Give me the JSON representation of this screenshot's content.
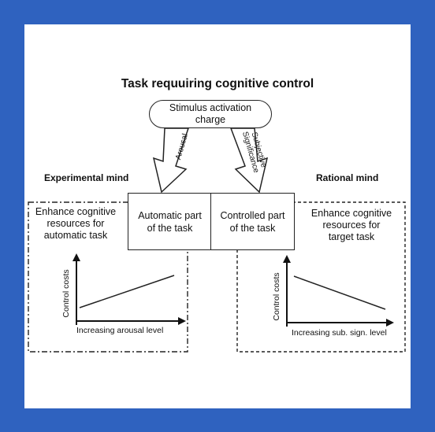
{
  "diagram": {
    "title": "Task requuiring cognitive control",
    "stimulus_line1": "Stimulus activation",
    "stimulus_line2": "charge",
    "arrow_left_label": "Arousal",
    "arrow_right_label_line1": "Subjective",
    "arrow_right_label_line2": "Significance",
    "left_mind": "Experimental mind",
    "right_mind": "Rational mind",
    "automatic_box_line1": "Automatic part",
    "automatic_box_line2": "of the task",
    "controlled_box_line1": "Controlled part",
    "controlled_box_line2": "of the task",
    "left_enhance_line1": "Enhance cognitive",
    "left_enhance_line2": "resources for",
    "left_enhance_line3": "automatic task",
    "right_enhance_line1": "Enhance cognitive",
    "right_enhance_line2": "resources for",
    "right_enhance_line3": "target task",
    "left_graph_ylabel": "Control costs",
    "left_graph_xlabel": "Increasing arousal level",
    "right_graph_ylabel": "Control costs",
    "right_graph_xlabel": "Increasing sub. sign. level"
  },
  "colors": {
    "background": "#2f62bf",
    "panel": "#ffffff",
    "ink": "#222222"
  }
}
